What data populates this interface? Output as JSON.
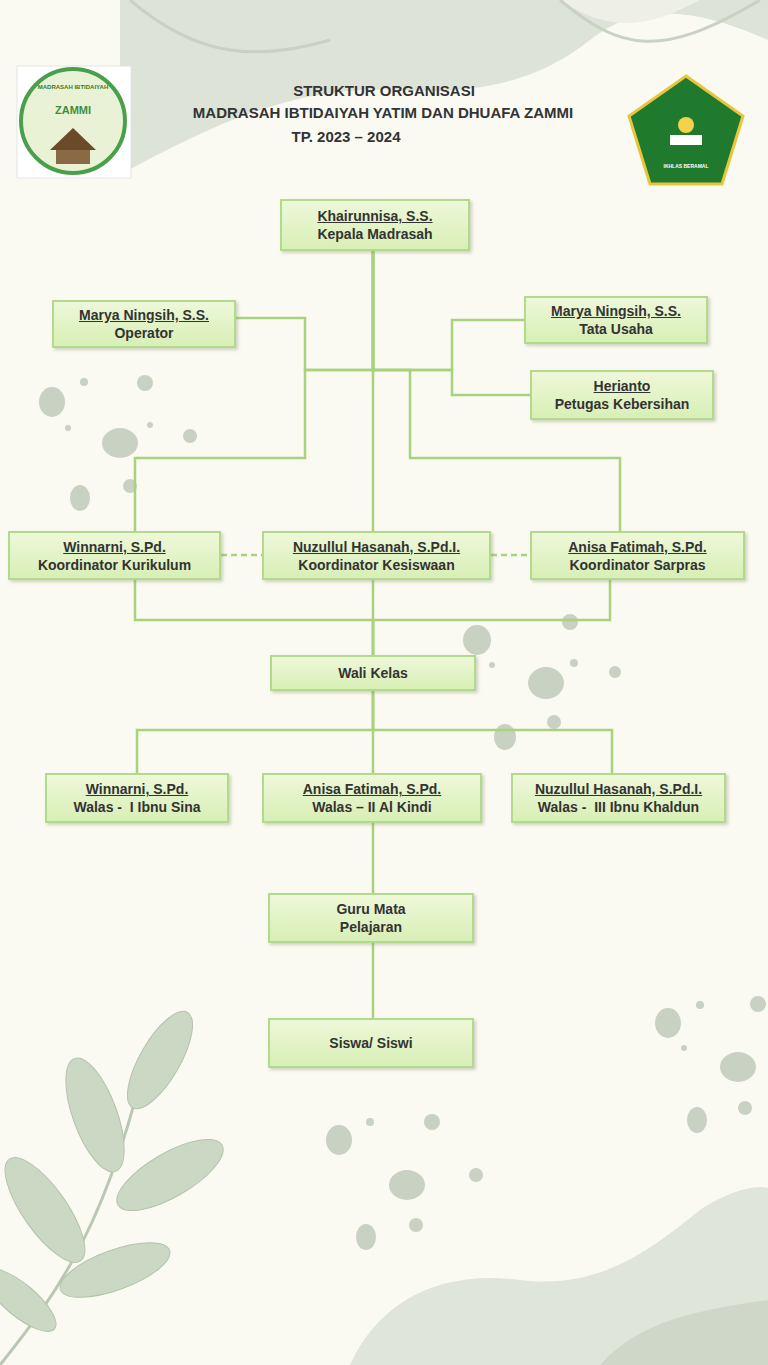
{
  "diagram": {
    "title": "STRUKTUR ORGANISASI",
    "nodes": [
      {
        "text": [
          "Khairunnisa, S.S.",
          "Kepala Madrasah"
        ]
      },
      {
        "text": [
          "Marya Ningsih, S.S.",
          "Operator"
        ]
      },
      {
        "text": [
          "Marya Ningsih, S.S.",
          "Tata Usaha"
        ]
      },
      {
        "text": [
          "Herianto",
          "Petugas Kebersihan"
        ]
      },
      {
        "text": [
          "Winnarni, S.Pd.",
          "Koordinator Kurikulum"
        ]
      },
      {
        "text": [
          "Nuzullul Hasanah, S.Pd.I.",
          "Koordinator Kesiswaan"
        ]
      },
      {
        "text": [
          "Anisa Fatimah, S.Pd.",
          "Koordinator Sarpras"
        ]
      },
      {
        "text": [
          "Wali Kelas"
        ]
      },
      {
        "text": [
          "Winnarni, S.Pd.",
          "Walas -  I Ibnu Sina"
        ]
      },
      {
        "text": [
          "Anisa Fatimah, S.Pd.",
          "Walas – II Al Kindi"
        ]
      },
      {
        "text": [
          "Nuzullul Hasanah, S.Pd.I.",
          "Walas -  III Ibnu Khaldun"
        ]
      },
      {
        "text": [
          "Guru Mata Pelajaran"
        ]
      },
      {
        "text": [
          "Siswa/ Siswi"
        ]
      }
    ],
    "edges": [
      {
        "from": 0,
        "to": 1,
        "arrow": "none"
      },
      {
        "from": 0,
        "to": 2,
        "arrow": "none"
      },
      {
        "from": 0,
        "to": 3,
        "arrow": "none"
      },
      {
        "from": 0,
        "to": 4,
        "arrow": "none"
      },
      {
        "from": 0,
        "to": 5,
        "arrow": "none"
      },
      {
        "from": 0,
        "to": 6,
        "arrow": "none"
      },
      {
        "from": 4,
        "to": 5,
        "arrow": "none"
      },
      {
        "from": 5,
        "to": 6,
        "arrow": "none"
      },
      {
        "from": 4,
        "to": 7,
        "arrow": "none"
      },
      {
        "from": 5,
        "to": 7,
        "arrow": "none"
      },
      {
        "from": 6,
        "to": 7,
        "arrow": "none"
      },
      {
        "from": 7,
        "to": 8,
        "arrow": "none"
      },
      {
        "from": 7,
        "to": 9,
        "arrow": "none"
      },
      {
        "from": 7,
        "to": 10,
        "arrow": "none"
      },
      {
        "from": 9,
        "to": 11,
        "arrow": "none"
      },
      {
        "from": 11,
        "to": 12,
        "arrow": "none"
      }
    ],
    "labels": [
      "MADRASAH IBTIDAIYAH YATIM DAN DHUAFA ZAMMI",
      "TP. 2023 – 2024",
      "MADRASAH IBTIDAIYAH",
      "ZAMMI",
      "IKHLAS BERAMAL"
    ]
  }
}
